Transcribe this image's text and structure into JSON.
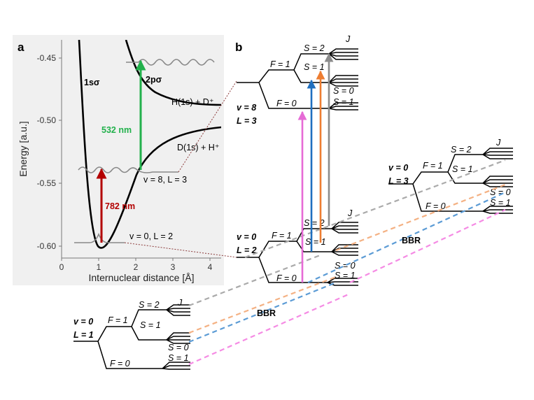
{
  "panels": {
    "a": {
      "label": "a",
      "y_axis_label": "Energy [a.u.]",
      "x_axis_label": "Internuclear distance [Å]",
      "y_ticks": [
        "-0.45",
        "-0.50",
        "-0.55",
        "-0.60"
      ],
      "x_ticks": [
        "0",
        "1",
        "2",
        "3",
        "4"
      ],
      "curve_1": "1sσ",
      "curve_2": "2pσ",
      "asym_upper": "H(1s) + D⁺",
      "asym_lower": "D(1s) + H⁺",
      "transition_green": "532 nm",
      "transition_red": "782 nm",
      "state_upper": "v = 8, L = 3",
      "state_lower": "v = 0, L = 2"
    },
    "b": {
      "label": "b",
      "bbr_label_1": "BBR",
      "bbr_label_2": "BBR",
      "manifolds": [
        {
          "v": "v = 8",
          "L": "L = 3",
          "F1": "F = 1",
          "F0": "F = 0",
          "S2": "S = 2",
          "S1a": "S = 1",
          "S0": "S = 0",
          "S1b": "S = 1",
          "J": "J"
        },
        {
          "v": "v = 0",
          "L": "L = 2",
          "F1": "F = 1",
          "F0": "F = 0",
          "S2": "S = 2",
          "S1a": "S = 1",
          "S0": "S = 0",
          "S1b": "S = 1",
          "J": "J"
        },
        {
          "v": "v = 0",
          "L": "L = 3",
          "F1": "F = 1",
          "F0": "F = 0",
          "S2": "S = 2",
          "S1a": "S = 1",
          "S0": "S = 0",
          "S1b": "S = 1",
          "J": "J"
        },
        {
          "v": "v = 0",
          "L": "L = 1",
          "F1": "F = 1",
          "F0": "F = 0",
          "S2": "S = 2",
          "S1a": "S = 1",
          "S0": "S = 0",
          "S1b": "S = 1",
          "J": "J"
        }
      ]
    }
  },
  "colors": {
    "green": "#22b14c",
    "red": "#b30000",
    "blue": "#1f6fbf",
    "orange": "#ed7d31",
    "gray": "#8c8c8c",
    "pink": "#e66bd6",
    "panel_bg": "#f0f0f0"
  }
}
